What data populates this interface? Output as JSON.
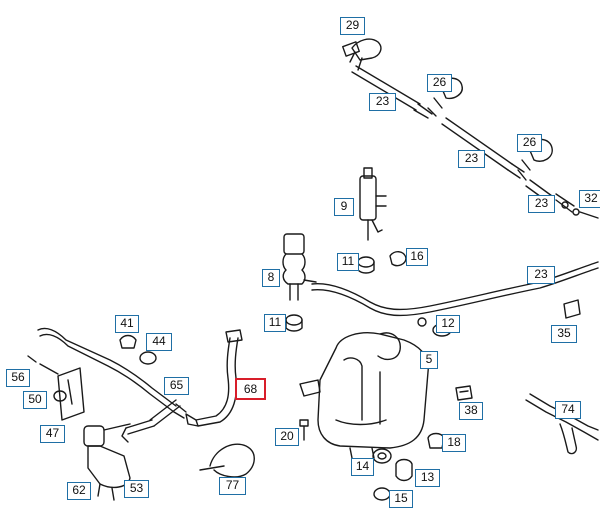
{
  "diagram": {
    "callouts": [
      {
        "id": "c29",
        "label": "29"
      },
      {
        "id": "c26a",
        "label": "26"
      },
      {
        "id": "c23a",
        "label": "23"
      },
      {
        "id": "c23b",
        "label": "23"
      },
      {
        "id": "c26b",
        "label": "26"
      },
      {
        "id": "c32",
        "label": "32"
      },
      {
        "id": "c23c",
        "label": "23"
      },
      {
        "id": "c9",
        "label": "9"
      },
      {
        "id": "c11a",
        "label": "11"
      },
      {
        "id": "c16",
        "label": "16"
      },
      {
        "id": "c8",
        "label": "8"
      },
      {
        "id": "c23d",
        "label": "23"
      },
      {
        "id": "c35",
        "label": "35"
      },
      {
        "id": "c11b",
        "label": "11"
      },
      {
        "id": "c12",
        "label": "12"
      },
      {
        "id": "c41",
        "label": "41"
      },
      {
        "id": "c44",
        "label": "44"
      },
      {
        "id": "c5",
        "label": "5"
      },
      {
        "id": "c56",
        "label": "56"
      },
      {
        "id": "c65",
        "label": "65"
      },
      {
        "id": "c68",
        "label": "68",
        "highlight": true
      },
      {
        "id": "c50",
        "label": "50"
      },
      {
        "id": "c38",
        "label": "38"
      },
      {
        "id": "c74",
        "label": "74"
      },
      {
        "id": "c47",
        "label": "47"
      },
      {
        "id": "c20",
        "label": "20"
      },
      {
        "id": "c18",
        "label": "18"
      },
      {
        "id": "c14",
        "label": "14"
      },
      {
        "id": "c13",
        "label": "13"
      },
      {
        "id": "c77",
        "label": "77"
      },
      {
        "id": "c62",
        "label": "62"
      },
      {
        "id": "c53",
        "label": "53"
      },
      {
        "id": "c15",
        "label": "15"
      }
    ]
  },
  "colors": {
    "callout_border": "#1f6fa5",
    "highlight_border": "#d81e2a",
    "line": "#1a1a1a"
  }
}
